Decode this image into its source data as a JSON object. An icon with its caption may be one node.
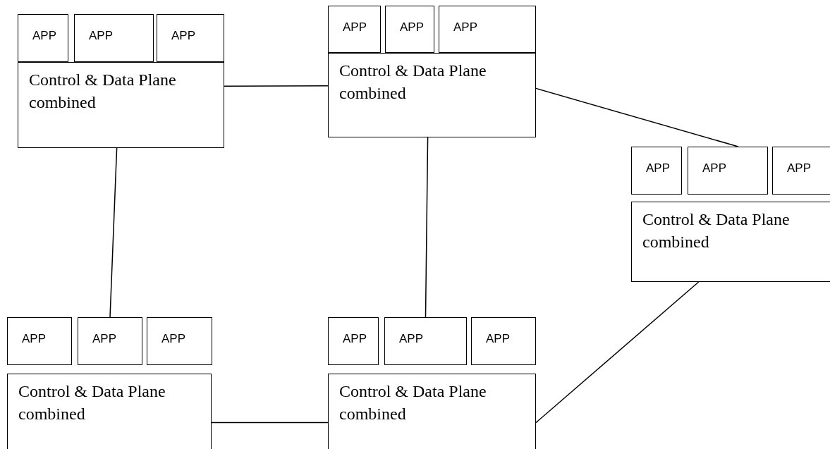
{
  "diagram": {
    "nodes": [
      {
        "text": [
          "APP"
        ]
      },
      {
        "text": [
          "APP"
        ]
      },
      {
        "text": [
          "APP"
        ]
      },
      {
        "text": [
          "Control & Data Plane combined"
        ]
      },
      {
        "text": [
          "APP"
        ]
      },
      {
        "text": [
          "APP"
        ]
      },
      {
        "text": [
          "APP"
        ]
      },
      {
        "text": [
          "Control & Data Plane combined"
        ]
      },
      {
        "text": [
          "APP"
        ]
      },
      {
        "text": [
          "APP"
        ]
      },
      {
        "text": [
          "APP"
        ]
      },
      {
        "text": [
          "Control & Data Plane combined"
        ]
      },
      {
        "text": [
          "APP"
        ]
      },
      {
        "text": [
          "APP"
        ]
      },
      {
        "text": [
          "APP"
        ]
      },
      {
        "text": [
          "Control & Data Plane combined"
        ]
      },
      {
        "text": [
          "APP"
        ]
      },
      {
        "text": [
          "APP"
        ]
      },
      {
        "text": [
          "APP"
        ]
      },
      {
        "text": [
          "Control & Data Plane combined"
        ]
      }
    ],
    "edges": [
      {
        "from": 3,
        "to": 7,
        "arrow": "none"
      },
      {
        "from": 3,
        "to": 13,
        "arrow": "none"
      },
      {
        "from": 7,
        "to": 17,
        "arrow": "none"
      },
      {
        "from": 7,
        "to": 9,
        "arrow": "none"
      },
      {
        "from": 11,
        "to": 19,
        "arrow": "none"
      },
      {
        "from": 15,
        "to": 19,
        "arrow": "none"
      }
    ]
  }
}
